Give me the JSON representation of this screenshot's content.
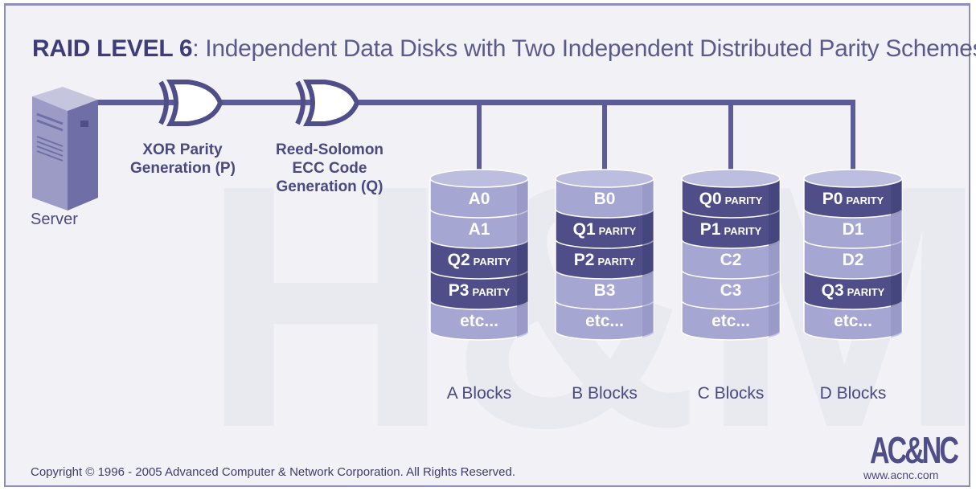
{
  "title": {
    "bold": "RAID LEVEL 6",
    "rest": ": Independent Data Disks with Two Independent Distributed Parity Schemes"
  },
  "server_label": "Server",
  "xor_label": [
    "XOR Parity",
    "Generation (P)"
  ],
  "rs_label": [
    "Reed-Solomon",
    "ECC Code",
    "Generation (Q)"
  ],
  "disks": [
    {
      "label": "A Blocks",
      "segments": [
        {
          "main": "A0",
          "sub": "",
          "parity": false
        },
        {
          "main": "A1",
          "sub": "",
          "parity": false
        },
        {
          "main": "Q2",
          "sub": "PARITY",
          "parity": true
        },
        {
          "main": "P3",
          "sub": "PARITY",
          "parity": true
        },
        {
          "main": "etc...",
          "sub": "",
          "parity": false
        }
      ]
    },
    {
      "label": "B Blocks",
      "segments": [
        {
          "main": "B0",
          "sub": "",
          "parity": false
        },
        {
          "main": "Q1",
          "sub": "PARITY",
          "parity": true
        },
        {
          "main": "P2",
          "sub": "PARITY",
          "parity": true
        },
        {
          "main": "B3",
          "sub": "",
          "parity": false
        },
        {
          "main": "etc...",
          "sub": "",
          "parity": false
        }
      ]
    },
    {
      "label": "C Blocks",
      "segments": [
        {
          "main": "Q0",
          "sub": "PARITY",
          "parity": true
        },
        {
          "main": "P1",
          "sub": "PARITY",
          "parity": true
        },
        {
          "main": "C2",
          "sub": "",
          "parity": false
        },
        {
          "main": "C3",
          "sub": "",
          "parity": false
        },
        {
          "main": "etc...",
          "sub": "",
          "parity": false
        }
      ]
    },
    {
      "label": "D Blocks",
      "segments": [
        {
          "main": "P0",
          "sub": "PARITY",
          "parity": true
        },
        {
          "main": "D1",
          "sub": "",
          "parity": false
        },
        {
          "main": "D2",
          "sub": "",
          "parity": false
        },
        {
          "main": "Q3",
          "sub": "PARITY",
          "parity": true
        },
        {
          "main": "etc...",
          "sub": "",
          "parity": false
        }
      ]
    }
  ],
  "copyright": "Copyright © 1996 - 2005 Advanced Computer & Network Corporation. All Rights Reserved.",
  "logo_text": "AC&NC",
  "url": "www.acnc.com",
  "watermark_text": "H&M",
  "colors": {
    "line": "#5d5c96",
    "data_fill": "#a6a6d2",
    "parity_fill": "#4f4e88",
    "title_bold": "#3e3d79",
    "text": "#4a4980"
  }
}
